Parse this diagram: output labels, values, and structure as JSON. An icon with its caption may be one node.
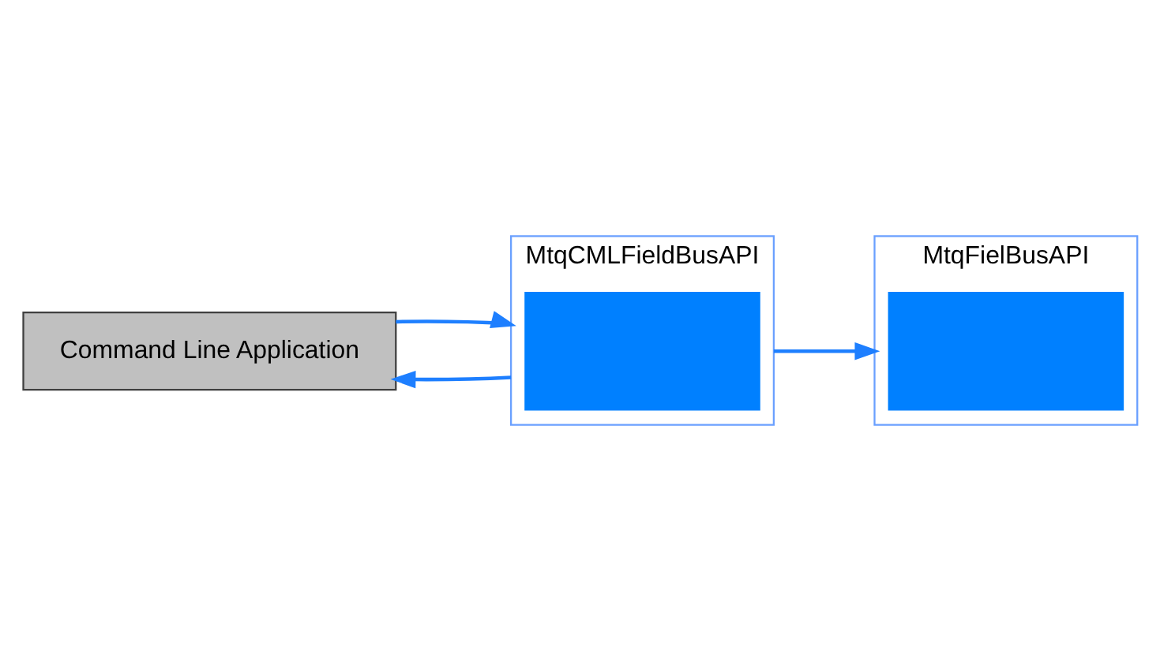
{
  "diagram": {
    "nodes": [
      {
        "text": [
          "Command Line Application"
        ]
      },
      {
        "text": [
          "MtqCMLFieldBusAPI"
        ]
      },
      {
        "text": [],
        "shape": "box",
        "in": 1
      },
      {
        "text": [
          "MtqFielBusAPI"
        ]
      },
      {
        "text": [],
        "shape": "box",
        "in": 3
      }
    ],
    "edges": [
      {
        "from": 1,
        "to": 0,
        "arrow": "to"
      },
      {
        "from": 0,
        "to": 1,
        "arrow": "to"
      },
      {
        "from": 1,
        "to": 3,
        "arrow": "to"
      }
    ]
  }
}
